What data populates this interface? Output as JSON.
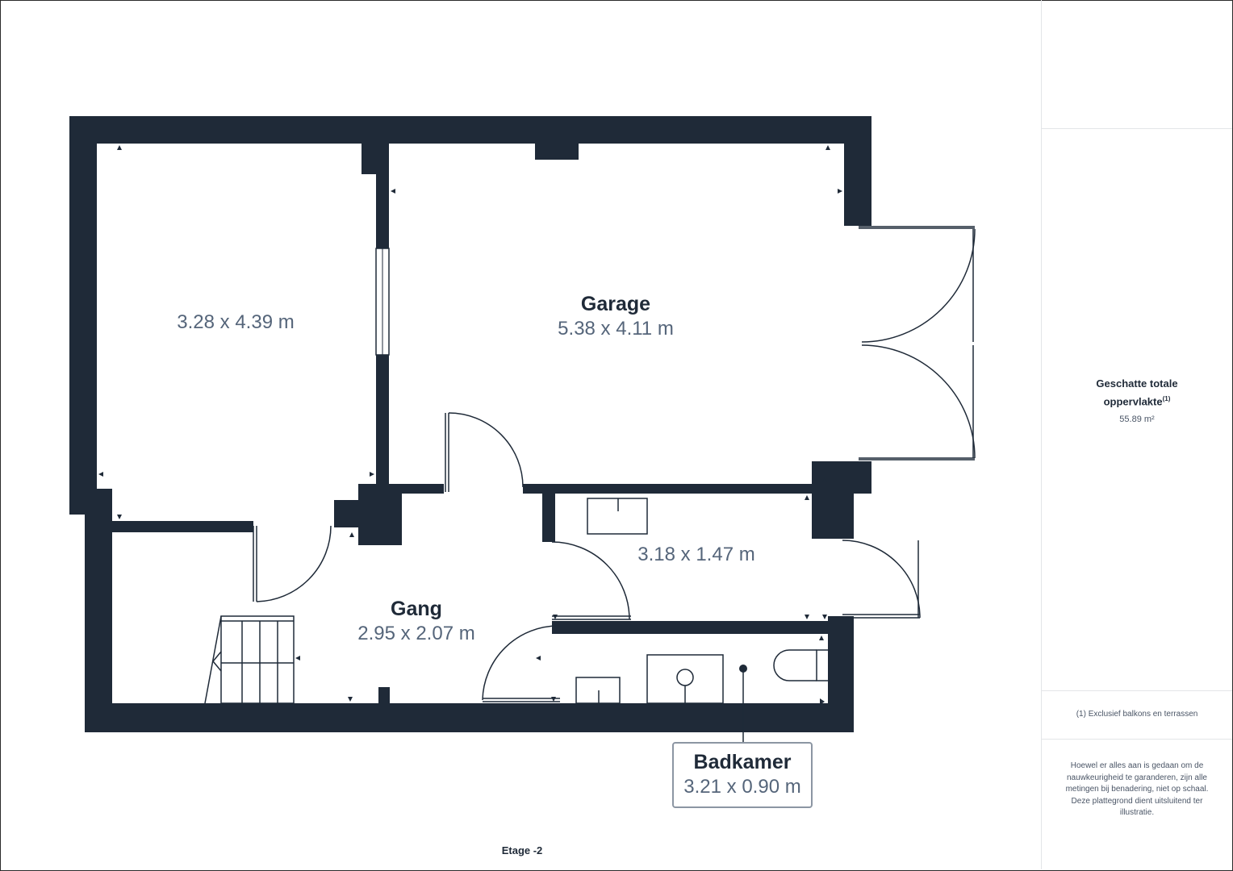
{
  "rooms": {
    "room_left": {
      "dims": "3.28 x 4.39 m"
    },
    "garage": {
      "name": "Garage",
      "dims": "5.38 x 4.11 m"
    },
    "room_mid": {
      "dims": "3.18 x 1.47 m"
    },
    "gang": {
      "name": "Gang",
      "dims": "2.95 x 2.07 m"
    },
    "badkamer": {
      "name": "Badkamer",
      "dims": "3.21 x 0.90 m"
    }
  },
  "floor_label": "Etage -2",
  "sidebar": {
    "title_line1": "Geschatte totale",
    "title_line2": "oppervlakte",
    "title_sup": "(1)",
    "total_area": "55.89 m²",
    "footnote": "(1) Exclusief balkons en terrassen",
    "disclaimer": "Hoewel er alles aan is gedaan om de nauwkeurigheid te garanderen, zijn alle metingen bij benadering, niet op schaal. Deze plattegrond dient uitsluitend ter illustratie."
  },
  "colors": {
    "wall": "#1f2a38",
    "text_dark": "#1f2a38",
    "text_dims": "#55657a",
    "callout_border": "#8c96a3"
  }
}
